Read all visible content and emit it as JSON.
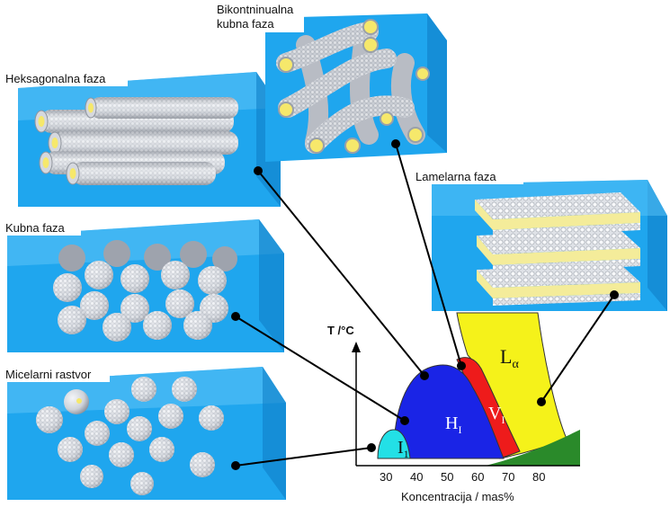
{
  "colors": {
    "panel_blue": "#1fa6ee",
    "panel_blue_light": "#7cd0fb",
    "panel_blue_dark": "#0f7fc8",
    "sphere": "#d9dce2",
    "sphere_shade": "#9ea3ad",
    "core_yellow": "#f6e86b",
    "bilayer_yellow": "#f4ec9a",
    "region_I1": "#23e0e6",
    "region_HI": "#1a24e6",
    "region_VI": "#ee1b1b",
    "region_La": "#f5f21a",
    "region_green": "#2a8a2a",
    "line": "#000000"
  },
  "panels": {
    "micellar": {
      "label": "Micelarni rastvor"
    },
    "cubic": {
      "label": "Kubna faza"
    },
    "hexagonal": {
      "label": "Heksagonalna faza"
    },
    "bicontinuous": {
      "label_line1": "Bikontninualna",
      "label_line2": "kubna faza"
    },
    "lamellar": {
      "label": "Lamelarna faza"
    }
  },
  "phase_diagram": {
    "y_axis_label": "T /°C",
    "x_axis_label": "Koncentracija / mas%",
    "x_ticks": [
      "30",
      "40",
      "50",
      "60",
      "70",
      "80"
    ],
    "regions": {
      "I1": {
        "main": "I",
        "sub": "1"
      },
      "HI": {
        "main": "H",
        "sub": "I"
      },
      "VI": {
        "main": "V",
        "sub": "I"
      },
      "La": {
        "main": "L",
        "sub": "α"
      }
    }
  }
}
